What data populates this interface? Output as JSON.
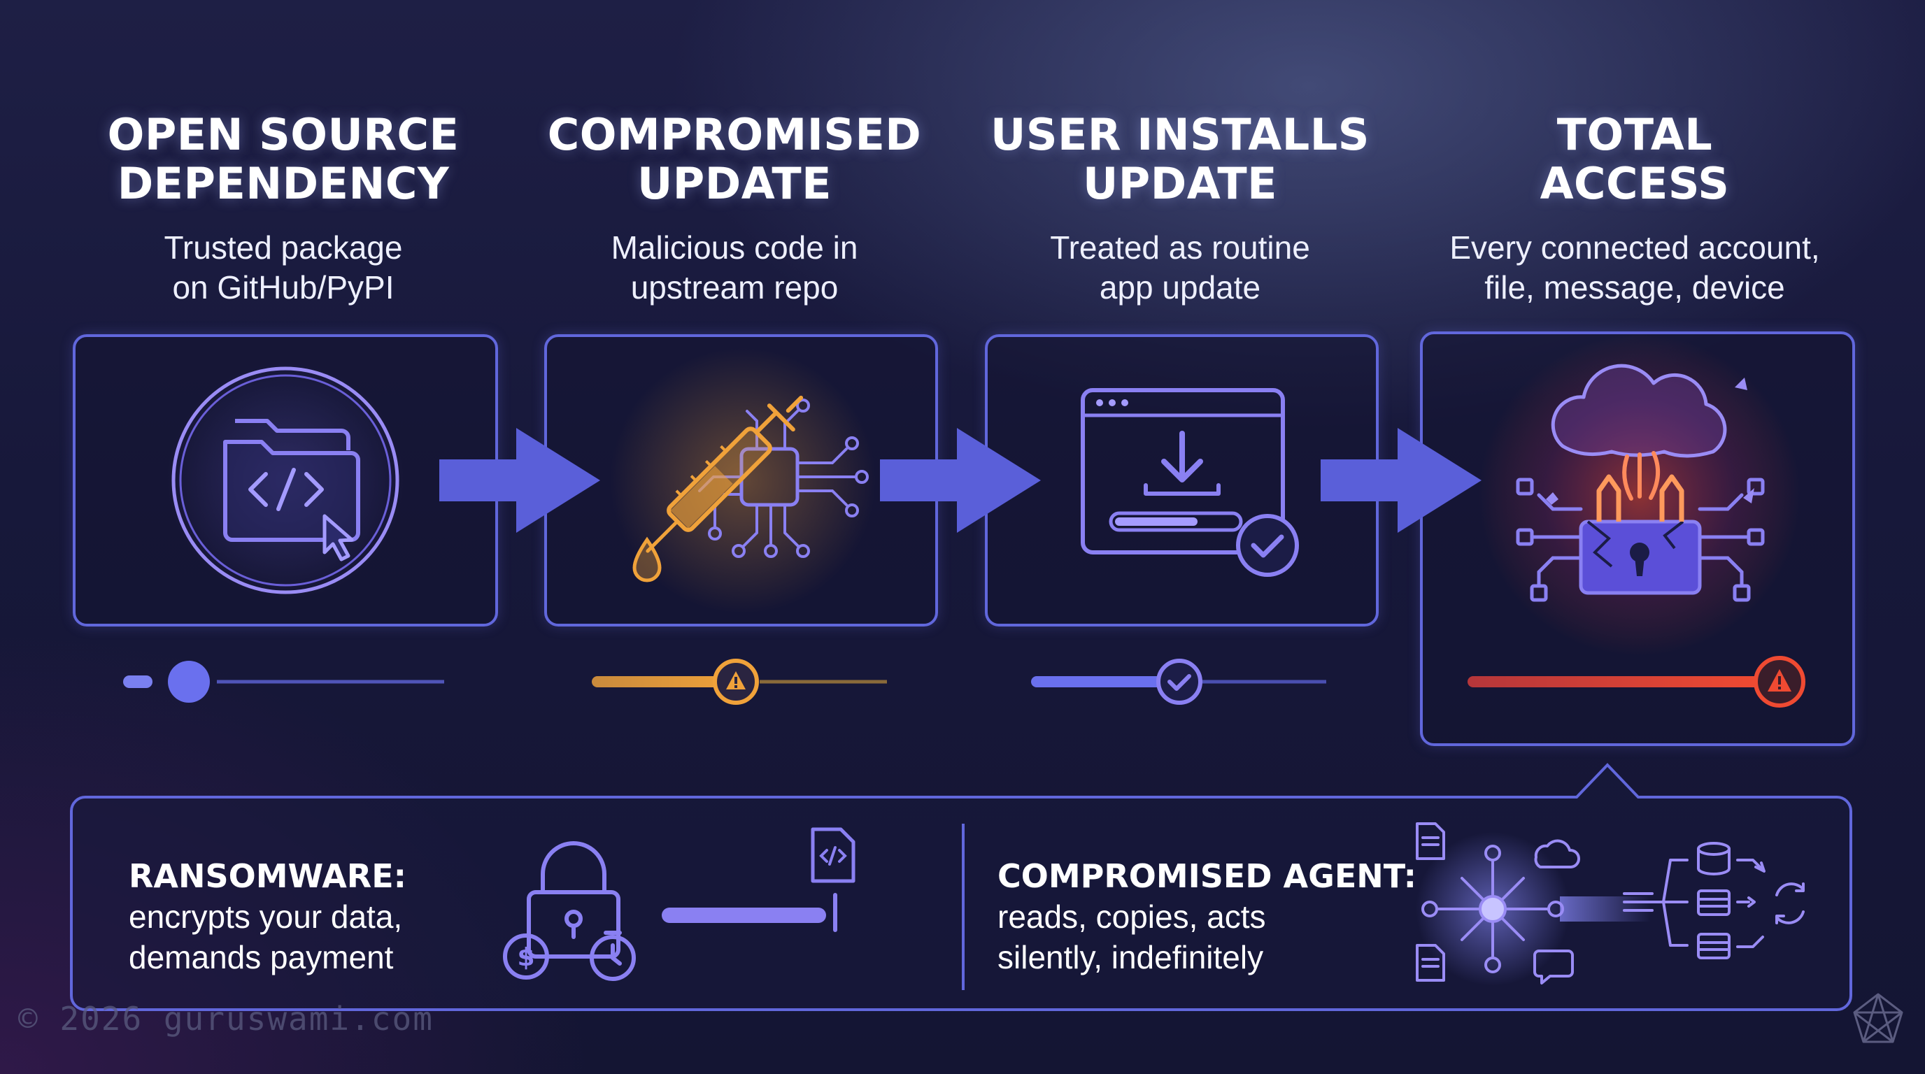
{
  "steps": [
    {
      "title_line1": "OPEN SOURCE",
      "title_line2": "DEPENDENCY",
      "subtitle_line1": "Trusted package",
      "subtitle_line2": "on GitHub/PyPI",
      "icon": "code-folder-icon",
      "status": "normal"
    },
    {
      "title_line1": "COMPROMISED",
      "title_line2": "UPDATE",
      "subtitle_line1": "Malicious code in",
      "subtitle_line2": "upstream repo",
      "icon": "syringe-circuit-icon",
      "status": "warning"
    },
    {
      "title_line1": "USER INSTALLS",
      "title_line2": "UPDATE",
      "subtitle_line1": "Treated as routine",
      "subtitle_line2": "app update",
      "icon": "download-window-icon",
      "status": "ok"
    },
    {
      "title_line1": "TOTAL",
      "title_line2": "ACCESS",
      "subtitle_line1": "Every connected account,",
      "subtitle_line2": "file, message, device",
      "icon": "exploding-lock-icon",
      "status": "critical"
    }
  ],
  "outcomes": {
    "ransomware": {
      "title": "RANSOMWARE:",
      "line1": "encrypts your data,",
      "line2": "demands payment",
      "icon": "lock-ransom-icon"
    },
    "agent": {
      "title": "COMPROMISED AGENT:",
      "line1": "reads, copies, acts",
      "line2": "silently, indefinitely",
      "icon": "agent-network-icon"
    }
  },
  "watermark": "© 2026 guruswami.com",
  "colors": {
    "accent": "#6167dc",
    "warning": "#f0a23a",
    "critical": "#ef4a32",
    "ok": "#7a80f0"
  }
}
